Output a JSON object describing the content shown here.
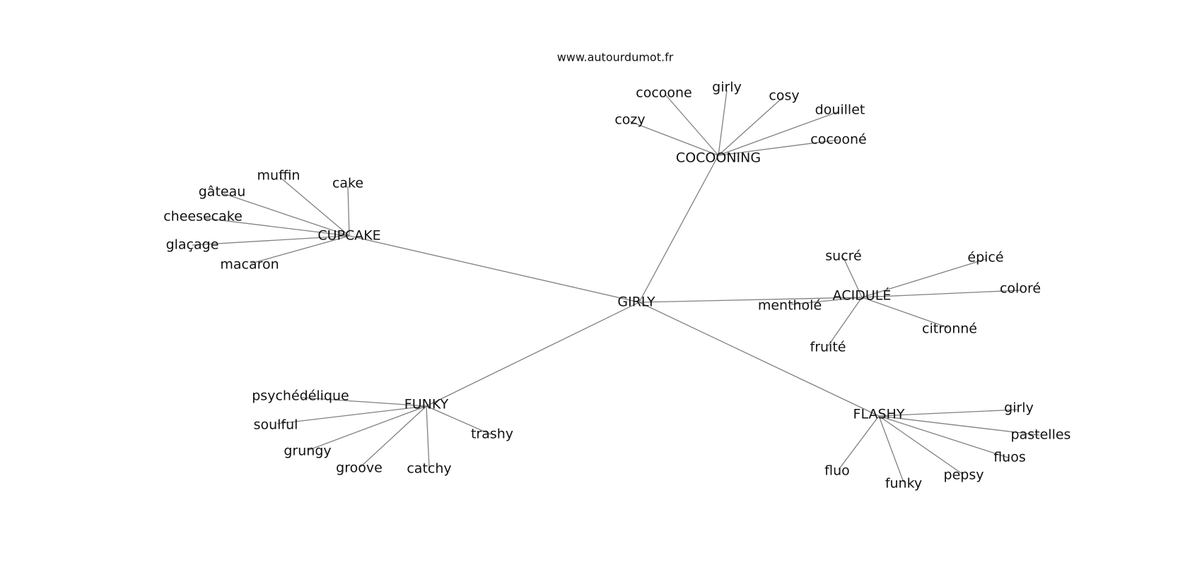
{
  "site": {
    "credit": "www.autourdumot.fr"
  },
  "graph": {
    "center": "GIRLY",
    "hubs": [
      {
        "id": "cocooning",
        "label": "COCOONING",
        "words": [
          "cocoone",
          "girly",
          "cosy",
          "douillet",
          "cozy",
          "cocooné"
        ]
      },
      {
        "id": "cupcake",
        "label": "CUPCAKE",
        "words": [
          "muffin",
          "cake",
          "gâteau",
          "cheesecake",
          "glaçage",
          "macaron"
        ]
      },
      {
        "id": "acidule",
        "label": "ACIDULÉ",
        "words": [
          "sucré",
          "épicé",
          "coloré",
          "mentholé",
          "citronné",
          "fruité"
        ]
      },
      {
        "id": "funky",
        "label": "FUNKY",
        "words": [
          "psychédélique",
          "soulful",
          "grungy",
          "groove",
          "catchy",
          "trashy"
        ]
      },
      {
        "id": "flashy",
        "label": "FLASHY",
        "words": [
          "girly",
          "pastelles",
          "fluos",
          "pepsy",
          "funky",
          "fluo"
        ]
      }
    ]
  }
}
